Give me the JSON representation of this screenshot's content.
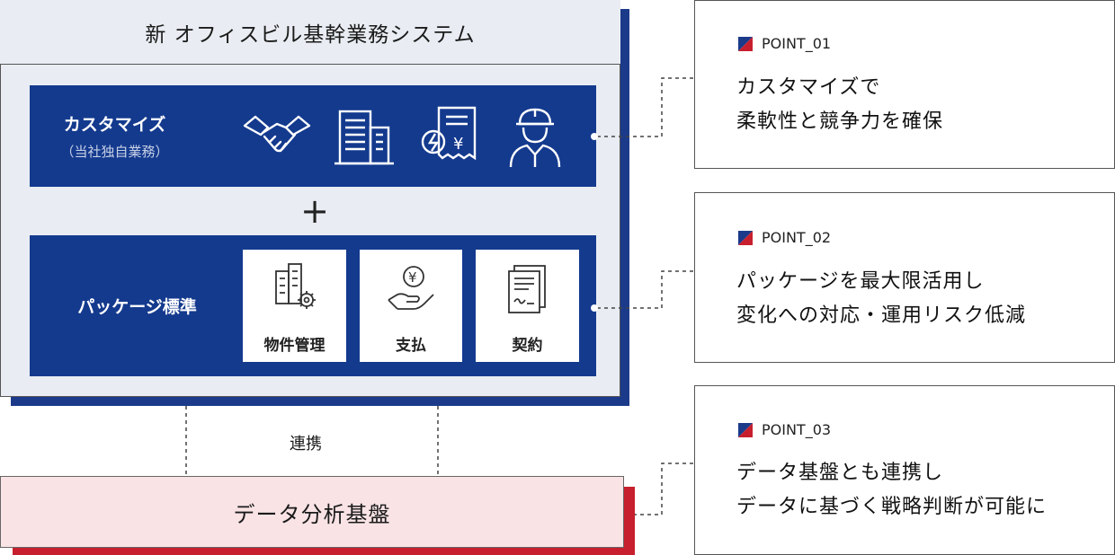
{
  "system": {
    "title": "新 オフィスビル基幹業務システム"
  },
  "customization": {
    "label": "カスタマイズ",
    "sub_label": "（当社独自業務）",
    "icons": [
      "handshake-icon",
      "building-icon",
      "energy-invoice-icon",
      "worker-icon"
    ]
  },
  "plus_sign": "+",
  "package": {
    "label": "パッケージ標準",
    "cards": [
      {
        "label": "物件管理",
        "icon": "building-gear-icon"
      },
      {
        "label": "支払",
        "icon": "yen-hand-icon"
      },
      {
        "label": "契約",
        "icon": "contract-document-icon"
      }
    ]
  },
  "link_label": "連携",
  "data_platform": {
    "label": "データ分析基盤"
  },
  "points": [
    {
      "tag": "POINT_01",
      "lines": [
        "カスタマイズで",
        "柔軟性と競争力を確保"
      ]
    },
    {
      "tag": "POINT_02",
      "lines": [
        "パッケージを最大限活用し",
        "変化への対応・運用リスク低減"
      ]
    },
    {
      "tag": "POINT_03",
      "lines": [
        "データ基盤とも連携し",
        "データに基づく戦略判断が可能に"
      ]
    }
  ],
  "colors": {
    "navy": "#143a8e",
    "red": "#c71f2d",
    "panel_bg": "#e9edf3",
    "data_bg": "#f9e3e5"
  }
}
